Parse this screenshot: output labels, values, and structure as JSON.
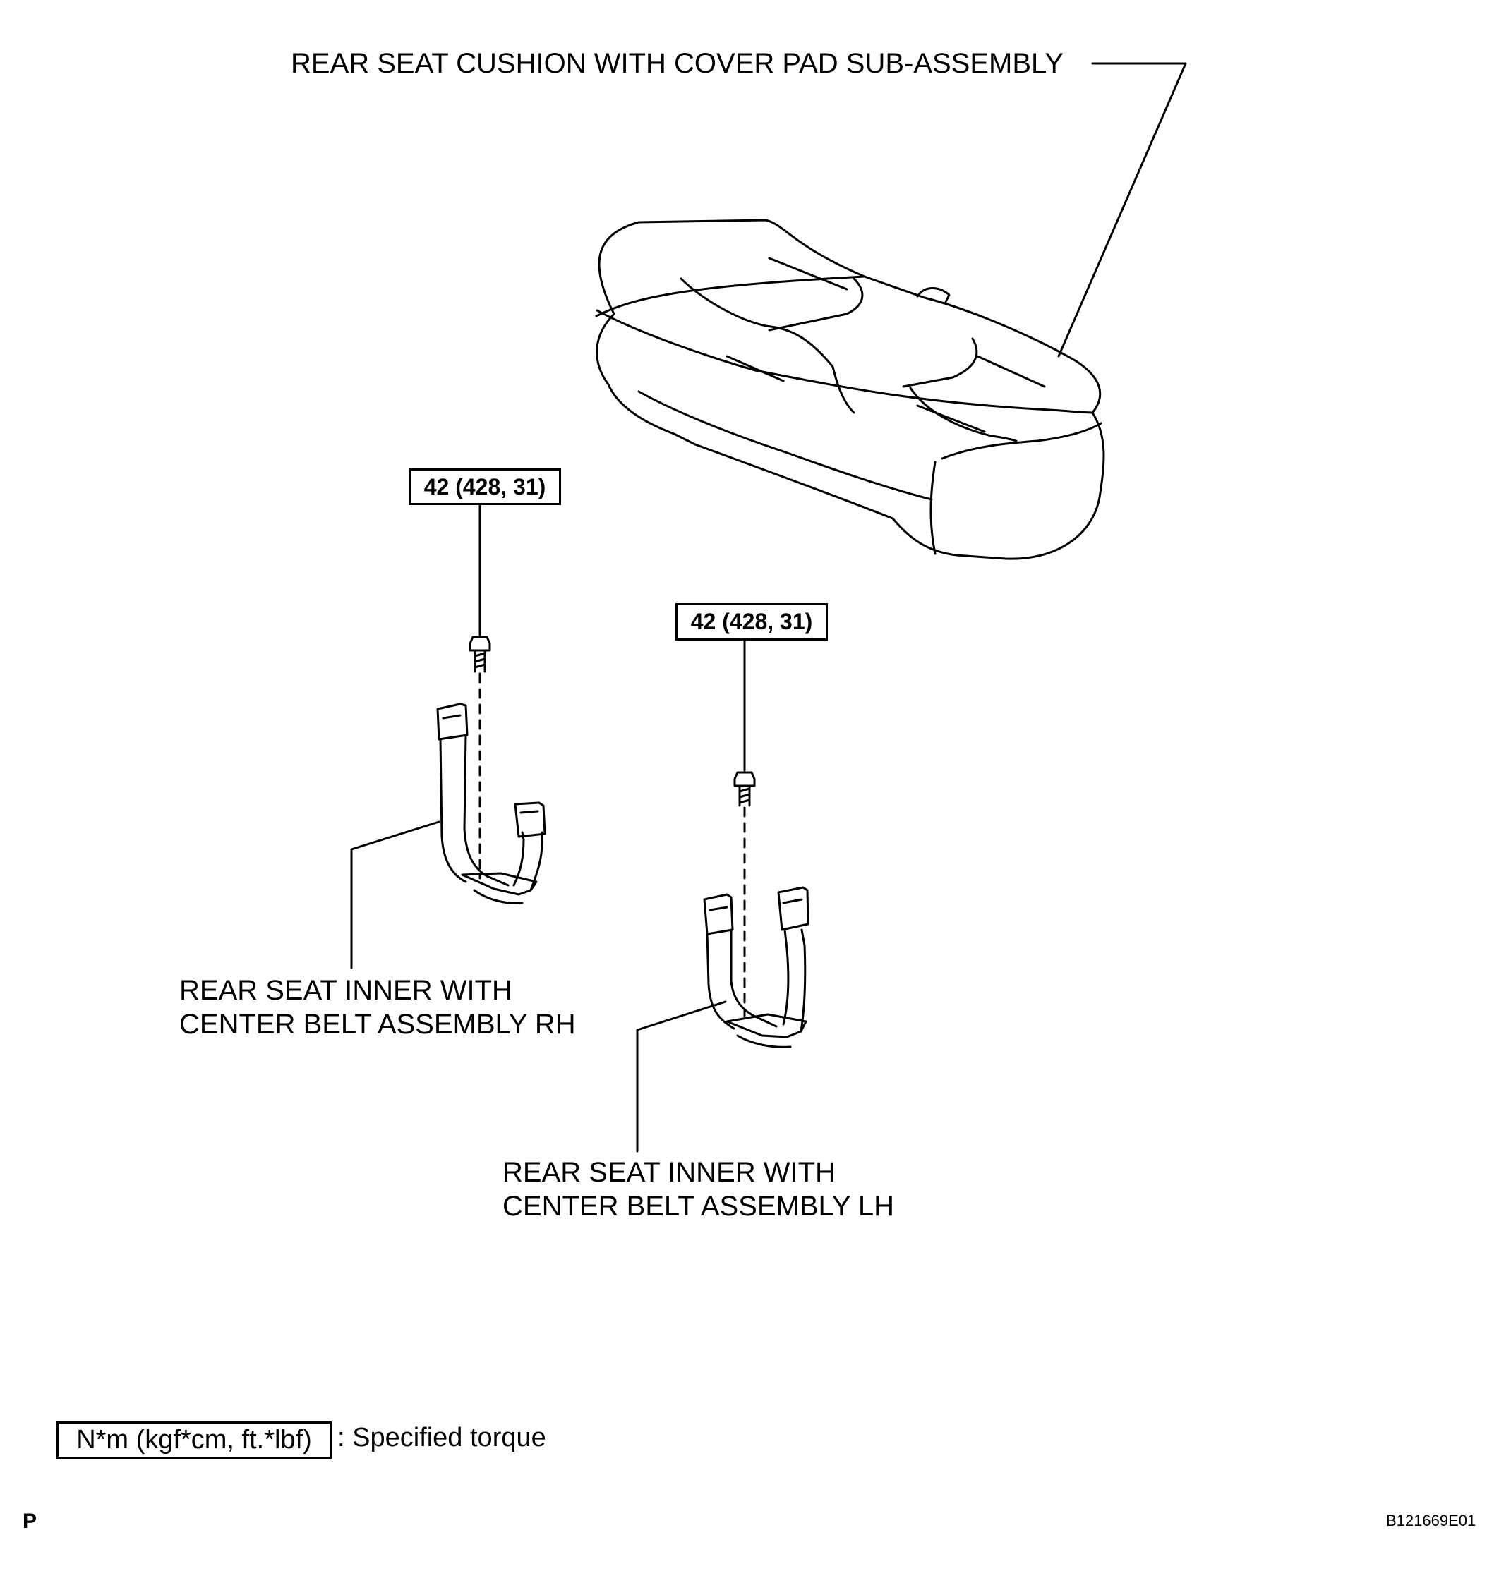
{
  "parts": {
    "cushion_label": "REAR SEAT CUSHION WITH COVER PAD SUB-ASSEMBLY",
    "rh_belt_label_line1": "REAR SEAT INNER WITH",
    "rh_belt_label_line2": "CENTER BELT ASSEMBLY RH",
    "lh_belt_label_line1": "REAR SEAT INNER WITH",
    "lh_belt_label_line2": "CENTER BELT ASSEMBLY LH"
  },
  "torque": {
    "rh_bolt": "42 (428, 31)",
    "lh_bolt": "42 (428, 31)"
  },
  "legend": {
    "unit_box": "N*m (kgf*cm, ft.*lbf)",
    "description": ": Specified torque"
  },
  "footer": {
    "corner_letter": "P",
    "figure_id": "B121669E01"
  }
}
